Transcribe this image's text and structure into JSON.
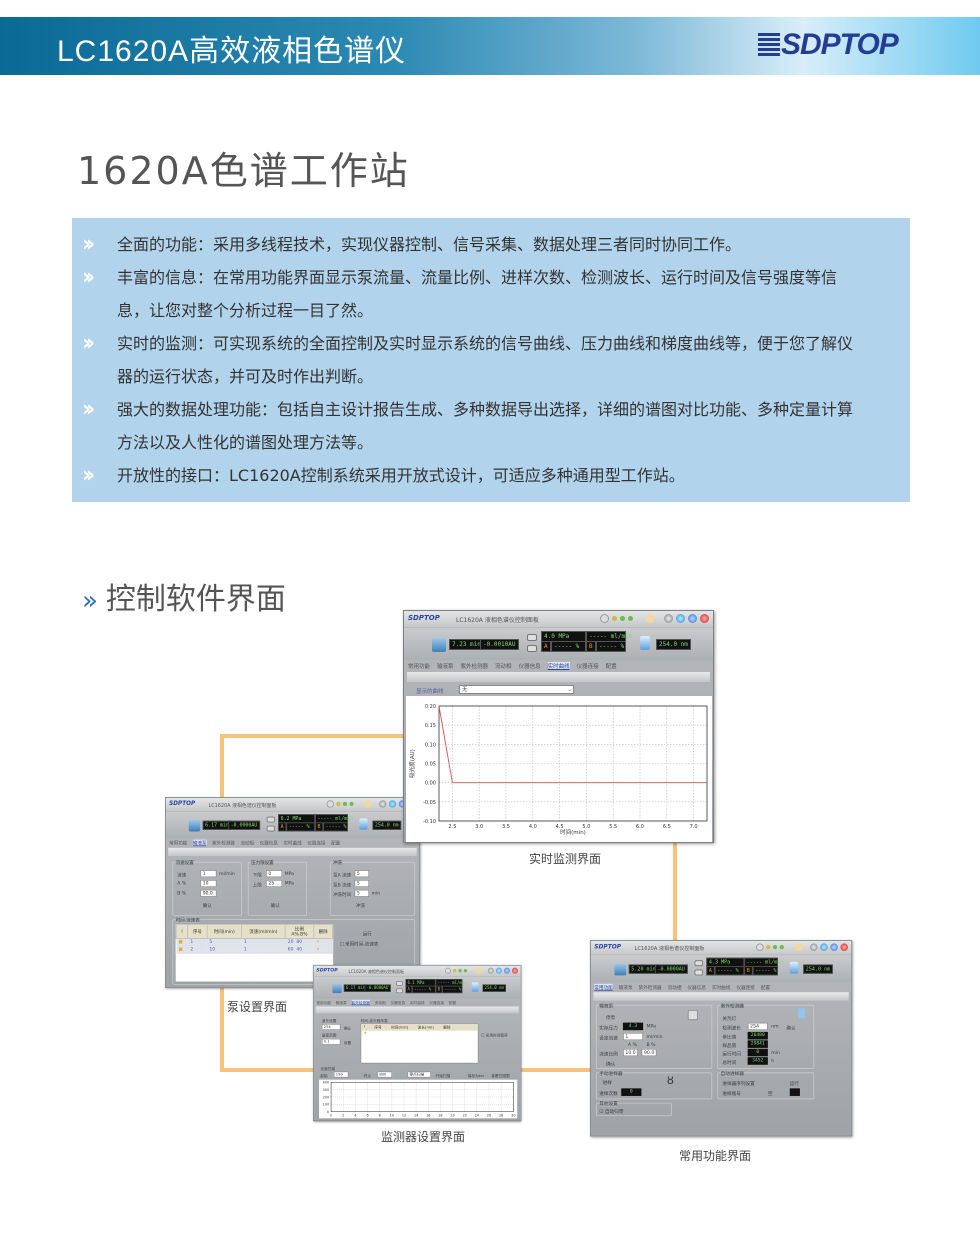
{
  "banner": {
    "title": "LC1620A高效液相色谱仪",
    "logo_text": "SDPTOP",
    "brand_color": "#253c93",
    "gradient": [
      "#0b6a95",
      "#6fcaf0"
    ]
  },
  "page_heading": "1620A色谱工作站",
  "features": {
    "lines": [
      {
        "bullet": true,
        "text": "全面的功能：采用多线程技术，实现仪器控制、信号采集、数据处理三者同时协同工作。"
      },
      {
        "bullet": true,
        "text": "丰富的信息：在常用功能界面显示泵流量、流量比例、进样次数、检测波长、运行时间及信号强度等信"
      },
      {
        "bullet": false,
        "text": "息，让您对整个分析过程一目了然。"
      },
      {
        "bullet": true,
        "text": "实时的监测：可实现系统的全面控制及实时显示系统的信号曲线、压力曲线和梯度曲线等，便于您了解仪"
      },
      {
        "bullet": false,
        "text": "器的运行状态，并可及时作出判断。"
      },
      {
        "bullet": true,
        "text": "强大的数据处理功能：包括自主设计报告生成、多种数据导出选择，详细的谱图对比功能、多种定量计算"
      },
      {
        "bullet": false,
        "text": "方法以及人性化的谱图处理方法等。"
      },
      {
        "bullet": true,
        "text": "开放性的接口：LC1620A控制系统采用开放式设计，可适应多种通用型工作站。"
      }
    ],
    "background": "#b2d3ec"
  },
  "section_heading": {
    "chevron": "»",
    "text": "控制软件界面"
  },
  "connector_color": "#f7c27e",
  "tabs": [
    "常用功能",
    "输液泵",
    "紫外检测器",
    "流动相",
    "仪器信息",
    "实时曲线",
    "仪器连接",
    "配置"
  ],
  "windows": {
    "realtime": {
      "logo": "SDPTOP",
      "title": "LC1620A 液相色谱仪控制面板",
      "time": "7.23 min",
      "signal": "-0.0010AU",
      "pressure": "4.0 MPa",
      "flow": "----- ml/min",
      "a_label": "A",
      "a": "----- %",
      "b_label": "B",
      "b": "----- %",
      "wavelength": "254.0 nm",
      "active_tab": 5,
      "caption": "实时监测界面",
      "curve_label": "显示的曲线",
      "curve_value": "无"
    },
    "pump": {
      "logo": "SDPTOP",
      "title": "LC1620A 液相色谱仪控制面板",
      "time": "6.17 min",
      "signal": "-0.0000AU",
      "pressure": "6.2 MPa",
      "flow": "----- ml/min",
      "a_label": "A",
      "a": "----- %",
      "b_label": "B",
      "b": "----- %",
      "wavelength": "254.0 nm",
      "active_tab": 1,
      "caption": "泵设置界面",
      "flow_group": "流速设置",
      "flow_label": "流速",
      "flow_value": "1",
      "flow_unit": "ml/min",
      "a_pct_label": "A %",
      "a_pct": "10",
      "b_pct_label": "B %",
      "b_pct": "90.0",
      "confirm": "确认",
      "pressure_group": "压力限设置",
      "low_label": "下限",
      "low_value": "0",
      "high_label": "上限",
      "high_value": "25",
      "pressure_unit": "MPa",
      "flush_group": "冲洗",
      "flush_a_label": "泵A 流速",
      "flush_a": "5",
      "flush_b_label": "泵B 流速",
      "flush_b": "5",
      "flush_time_label": "冲洗时间",
      "flush_time": "5",
      "flush_time_unit": "min",
      "flush_button": "冲洗",
      "table_group": "时间-流速表",
      "table_headers": [
        "序号",
        "时间(min)",
        "流速(ml/min)",
        "比例",
        "删除"
      ],
      "ratio_sub": [
        "A%",
        "B%"
      ],
      "rows": [
        [
          "1",
          "5",
          "1",
          "20",
          "80"
        ],
        [
          "2",
          "10",
          "1",
          "60",
          "40"
        ]
      ],
      "run_label": "运行",
      "check_label": "采用时间-流速表"
    },
    "detector": {
      "logo": "SDPTOP",
      "title": "LC1620A 液相色谱仪控制面板",
      "time": "6.17 min",
      "signal": "-0.0000AU",
      "pressure": "6.1 MPa",
      "flow": "----- ml/min",
      "a_label": "A",
      "a": "----- %",
      "b_label": "B",
      "b": "----- %",
      "wavelength": "254.0 nm",
      "active_tab": 2,
      "caption": "监测器设置界面",
      "wl_label": "波长设置",
      "wl_value": "254",
      "confirm": "确认",
      "range_label": "量程范围",
      "range_value": "0.1",
      "set": "设置",
      "table_group": "时间-波长程序表",
      "table_headers": [
        "序号",
        "时间(min)",
        "波长(nm)",
        "删除"
      ],
      "use_table": "采用时间程序",
      "scan_label": "光谱扫描",
      "start_label": "起始",
      "start_value": "190",
      "end_label": "终止",
      "end_value": "800",
      "mode_value": "零点扫描",
      "scan_btn": "开始扫描",
      "save_btn": "保存为txt",
      "view_btn": "查看扫描图"
    },
    "common": {
      "logo": "SDPTOP",
      "title": "LC1620A 液相色谱仪控制面板",
      "time": "5.20 min",
      "signal": "-0.0000AU",
      "pressure": "4.3 MPa",
      "flow": "----- ml/min",
      "a_label": "A",
      "a": "----- %",
      "b_label": "B",
      "b": "----- %",
      "wavelength": "254.0 nm",
      "active_tab": 0,
      "caption": "常用功能界面",
      "pump_group": "输液泵",
      "pump_state": "停泵",
      "actual_pressure_label": "实际压力",
      "actual_pressure": "4.3",
      "actual_pressure_unit": "MPa",
      "set_flow_label": "设定流速",
      "set_flow": "1",
      "set_flow_unit": "ml/min",
      "a_pct_label": "A %",
      "b_pct_label": "B %",
      "ratio_label": "流速比例",
      "a_pct": "10.0",
      "b_pct": "90.0",
      "confirm": "确认",
      "uv_group": "紫外检测器",
      "lamp_label": "关氘灯",
      "detect_wl_label": "检测波长",
      "detect_wl": "254",
      "nm": "nm",
      "ref_label": "参比值",
      "ref_value": "26480",
      "sample_label": "样品值",
      "sample_value": "29841",
      "run_time_label": "运行时间",
      "run_time": "0",
      "min": "min",
      "total_label": "总时间",
      "total_value": "3452",
      "h": "h",
      "manual_group": "手动进样器",
      "manual_state": "进样",
      "inject_count_label": "进样次数",
      "inject_count": "0",
      "auto_group": "自动进样器",
      "auto_seq_label": "进样器序列设置",
      "auto_run": "运行",
      "auto_status_label": "进样瓶号",
      "auto_status": "空",
      "other_group": "其他设置",
      "other_check": "自动归零"
    }
  },
  "chart_data": [
    {
      "type": "line",
      "xlabel": "时间(min)",
      "ylabel": "吸光度(AU)",
      "xlim": [
        2.25,
        7.25
      ],
      "ylim": [
        -0.1,
        0.2
      ],
      "xticks": [
        "2.5",
        "3.0",
        "3.5",
        "4.0",
        "4.5",
        "5.0",
        "5.5",
        "6.0",
        "6.5",
        "7.0"
      ],
      "yticks": [
        "0.20",
        "0.15",
        "0.10",
        "0.05",
        "0.00",
        "-0.05",
        "-0.10"
      ],
      "grid": true,
      "series": [
        {
          "color": "#e05050",
          "x": [
            2.25,
            2.5,
            7.25
          ],
          "y": [
            0.2,
            0.0,
            0.0
          ]
        }
      ]
    },
    {
      "type": "line",
      "xlim": [
        0,
        30
      ],
      "ylim": [
        0,
        400
      ],
      "xticks": [
        "0",
        "2",
        "4",
        "6",
        "8",
        "10",
        "12",
        "14",
        "16",
        "18",
        "20",
        "22",
        "24",
        "26",
        "28",
        "30"
      ],
      "yticks": [
        "400",
        "300",
        "200",
        "100",
        "0"
      ],
      "grid": true,
      "series": []
    }
  ]
}
